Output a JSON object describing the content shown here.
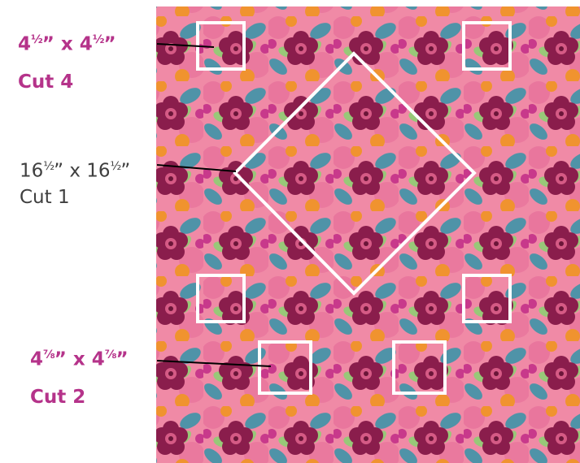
{
  "labels": {
    "small_square": {
      "size": "4½\" x 4½\"",
      "whole": "4",
      "frac": "½",
      "cut": "Cut 4"
    },
    "large_square": {
      "whole": "16",
      "frac": "½",
      "cut": "Cut 1"
    },
    "triangle_square": {
      "whole": "4",
      "frac": "⅞",
      "cut": "Cut 2"
    }
  },
  "colors": {
    "accent": "#b5338a",
    "text": "#3f3f3f",
    "fabric_base": "#f08aa6",
    "outline": "#ffffff",
    "leader": "#000000"
  }
}
